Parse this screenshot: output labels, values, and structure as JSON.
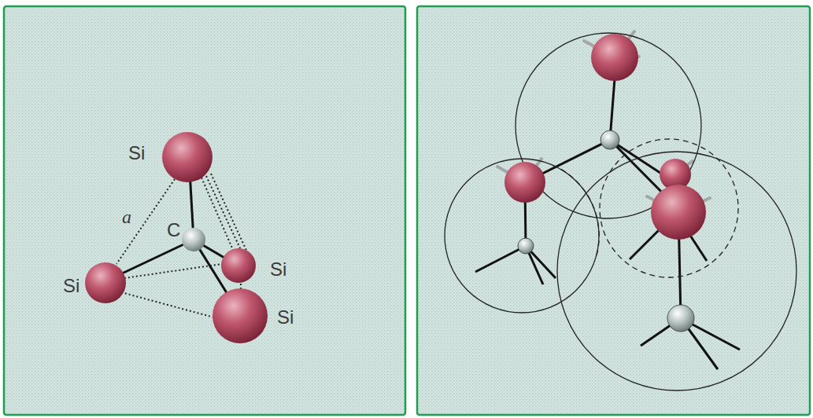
{
  "diagram": {
    "labels": [
      "Si",
      "a",
      "C",
      "Si",
      "Si",
      "Si"
    ]
  }
}
